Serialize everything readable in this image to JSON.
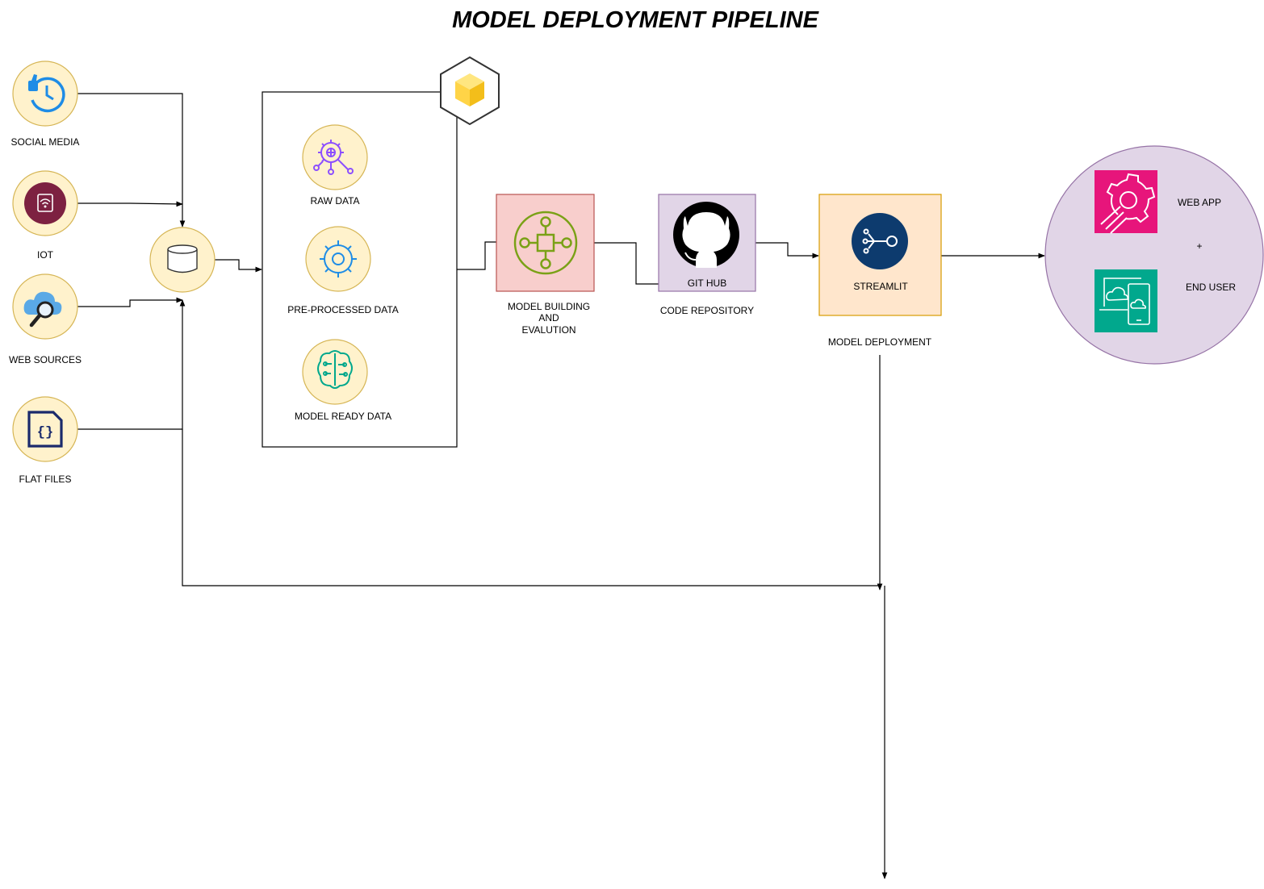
{
  "title": "MODEL DEPLOYMENT PIPELINE",
  "sources": {
    "social_media": "SOCIAL MEDIA",
    "iot": "IOT",
    "web_sources": "WEB SOURCES",
    "flat_files": "FLAT FILES"
  },
  "data_stages": {
    "raw": "RAW DATA",
    "preprocessed": "PRE-PROCESSED DATA",
    "model_ready": "MODEL READY DATA"
  },
  "model_building": {
    "line1": "MODEL BUILDING",
    "line2": "AND",
    "line3": "EVALUTION"
  },
  "github": {
    "name": "GIT HUB",
    "caption": "CODE REPOSITORY"
  },
  "streamlit": {
    "name": "STREAMLIT",
    "caption": "MODEL DEPLOYMENT"
  },
  "endpoint": {
    "web_app": "WEB APP",
    "plus": "+",
    "end_user": "END USER"
  },
  "colors": {
    "source_circle_fill": "#fff2cc",
    "source_circle_stroke": "#d6b656",
    "model_box_fill": "#f8cecc",
    "model_box_stroke": "#b85450",
    "github_box_fill": "#e1d5e7",
    "github_box_stroke": "#9673a6",
    "streamlit_box_fill": "#ffe6cc",
    "streamlit_box_stroke": "#d79b00",
    "endpoint_fill": "#e1d5e7",
    "endpoint_stroke": "#9673a6",
    "webapp_tile": "#e7157b",
    "enduser_tile": "#01a88d",
    "ml_green": "#7aa116",
    "stage_purple": "#8c4fff",
    "stage_blue": "#1e8ce6",
    "stage_teal": "#01a88d",
    "streamlit_navy": "#0d3b6e",
    "cube_yellow": "#ffd447"
  },
  "icons": {
    "social_media": "thumbs-up-clock-icon",
    "iot": "wifi-device-icon",
    "web_sources": "cloud-search-icon",
    "flat_files": "json-file-icon",
    "database": "database-icon",
    "raw_data": "gear-network-icon",
    "preprocessed": "gear-icon",
    "model_ready": "brain-circuit-icon",
    "container": "cube-icon",
    "model_building": "ml-network-icon",
    "github": "github-icon",
    "streamlit": "streamlit-icon",
    "web_app": "gear-speed-icon",
    "end_user": "laptop-cloud-icon"
  }
}
